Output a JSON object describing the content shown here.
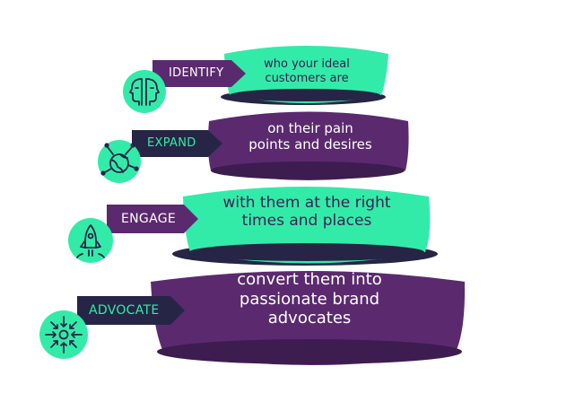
{
  "colors": {
    "purple": "#5b2a6e",
    "purple_dark": "#3d1c50",
    "navy": "#262545",
    "navy_dark": "#1a1932",
    "teal": "#33eba9",
    "teal_dark": "#1fbf86",
    "white": "#ffffff"
  },
  "stages": [
    {
      "label": "IDENTIFY",
      "text": [
        "who your ideal",
        "customers are"
      ],
      "icon": "two-faces-icon"
    },
    {
      "label": "EXPAND",
      "text": [
        "on their pain",
        "points and desires"
      ],
      "icon": "connected-globe-icon"
    },
    {
      "label": "ENGAGE",
      "text": [
        "with them at the right",
        "times and places"
      ],
      "icon": "rocket-icon"
    },
    {
      "label": "ADVOCATE",
      "text": [
        "convert them into",
        "passionate brand",
        "advocates"
      ],
      "icon": "converging-arrows-icon"
    }
  ]
}
